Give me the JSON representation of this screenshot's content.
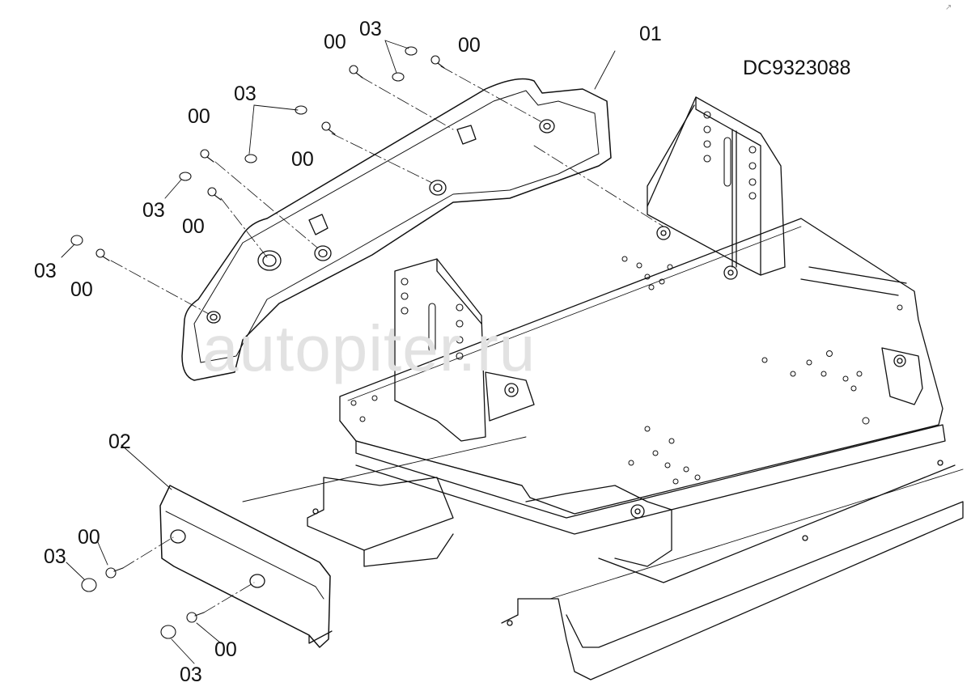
{
  "drawing_id": "DC9323088",
  "watermark": "autopiter.ru",
  "corner_mark": "↗",
  "colors": {
    "line": "#111111",
    "watermark": "#e2e2e2",
    "background": "#ffffff"
  },
  "callouts": [
    "00",
    "03",
    "00",
    "01",
    "03",
    "00",
    "00",
    "03",
    "00",
    "03",
    "00",
    "02",
    "00",
    "03",
    "00",
    "03"
  ]
}
